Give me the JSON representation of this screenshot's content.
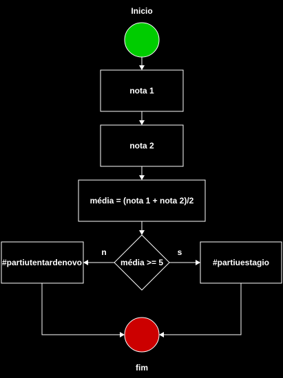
{
  "diagram": {
    "start": {
      "label": "Inicio",
      "color": "#00cc00"
    },
    "end": {
      "label": "fim",
      "color": "#cc0000"
    },
    "steps": [
      "nota 1",
      "nota 2",
      "média = (nota 1 + nota 2)/2"
    ],
    "decision": {
      "condition": "média >= 5",
      "no_label": "n",
      "yes_label": "s"
    },
    "outcomes": {
      "no": "#partiutentardenovo",
      "yes": "#partiuestagio"
    }
  }
}
